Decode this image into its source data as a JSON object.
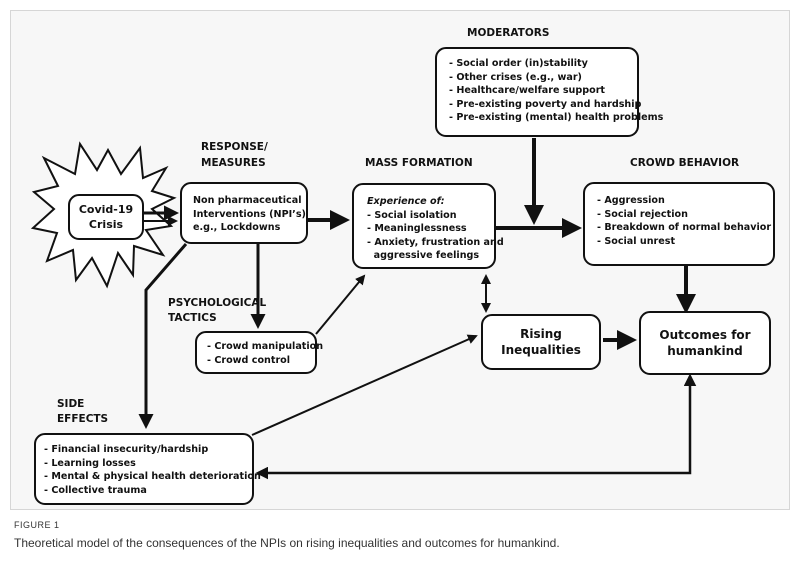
{
  "headings": {
    "moderators": "MODERATORS",
    "response_line1": "RESPONSE/",
    "response_line2": "MEASURES",
    "mass_formation": "MASS FORMATION",
    "crowd_behavior": "CROWD BEHAVIOR",
    "psych_line1": "PSYCHOLOGICAL",
    "psych_line2": "TACTICS",
    "side_line1": "SIDE",
    "side_line2": "EFFECTS"
  },
  "covid": {
    "line1": "Covid-19",
    "line2": "Crisis"
  },
  "moderators_items": [
    "- Social order (in)stability",
    "- Other crises (e.g., war)",
    "- Healthcare/welfare support",
    "- Pre-existing poverty and hardship",
    "- Pre-existing (mental) health problems"
  ],
  "npi": {
    "line1": "Non pharmaceutical",
    "line2": "Interventions (NPI’s)",
    "line3": "e.g., Lockdowns"
  },
  "mass": {
    "title": "Experience of:",
    "items": [
      "- Social isolation",
      "- Meaninglessness",
      "- Anxiety, frustration and",
      "  aggressive feelings"
    ]
  },
  "crowd_items": [
    "- Aggression",
    "- Social rejection",
    "- Breakdown of normal behavior",
    "- Social unrest"
  ],
  "tactics_items": [
    "- Crowd manipulation",
    "- Crowd control"
  ],
  "rising": {
    "line1": "Rising",
    "line2": "Inequalities"
  },
  "outcomes": {
    "line1": "Outcomes for",
    "line2": "humankind"
  },
  "side_items": [
    "- Financial insecurity/hardship",
    "- Learning losses",
    "- Mental & physical health deterioration",
    "- Collective trauma"
  ],
  "figure_label": "FIGURE 1",
  "caption": "Theoretical model of the consequences of the NPIs on rising inequalities and outcomes for humankind."
}
